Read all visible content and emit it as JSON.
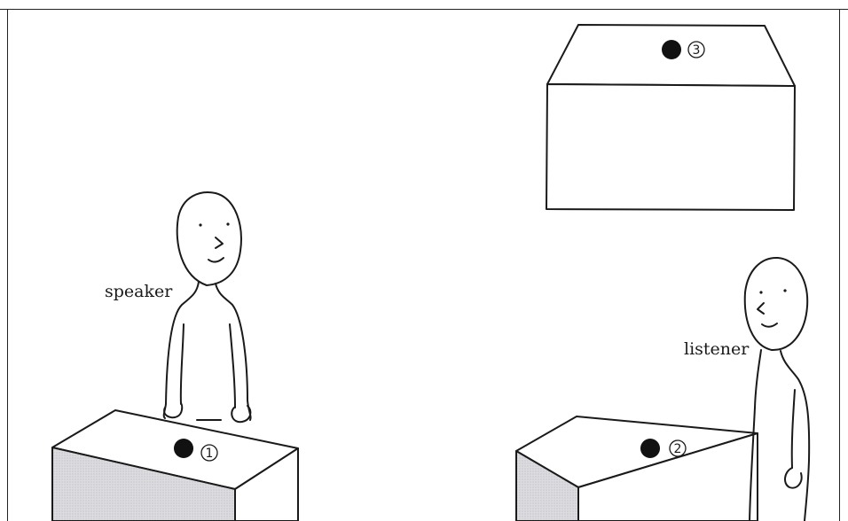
{
  "labels": {
    "speaker": "speaker",
    "listener": "listener"
  },
  "markers": [
    {
      "id": "marker-1",
      "number": "1"
    },
    {
      "id": "marker-2",
      "number": "2"
    },
    {
      "id": "marker-3",
      "number": "3"
    }
  ],
  "colors": {
    "ink": "#1a1a1a",
    "box_side_shade": "#d4d4d8"
  }
}
